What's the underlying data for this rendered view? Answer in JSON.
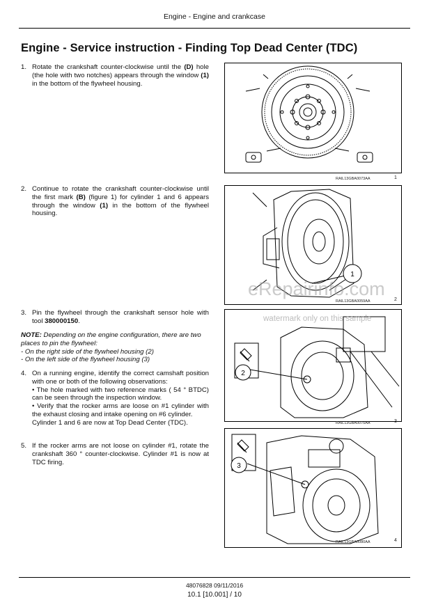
{
  "header": {
    "title": "Engine - Engine and crankcase"
  },
  "section_title": "Engine - Service instruction - Finding Top Dead Center (TDC)",
  "steps": [
    {
      "num": "1.",
      "parts": [
        "Rotate the crankshaft counter-clockwise until the ",
        "(D)",
        " hole (the hole with two notches) appears through the window ",
        "(1)",
        " in the bottom of the flywheel housing."
      ]
    },
    {
      "num": "2.",
      "parts": [
        "Continue to rotate the crankshaft counter-clockwise until the first mark ",
        "(B)",
        " (figure 1) for cylinder 1 and 6 appears through the window ",
        "(1)",
        " in the bottom of the flywheel housing."
      ]
    },
    {
      "num": "3.",
      "parts": [
        "Pin the flywheel through the crankshaft sensor hole with tool ",
        "380000150",
        "."
      ]
    },
    {
      "num": "4.",
      "lines": [
        "On a running engine, identify the correct camshaft position with one or both of the following observations:",
        "• The hole marked with two reference marks ( 54 ° BTDC) can be seen through the inspection window.",
        "• Verify that the rocker arms are loose on #1 cylinder with the exhaust closing and intake opening on #6 cylinder.",
        "Cylinder 1 and 6 are now at Top Dead Center (TDC)."
      ]
    },
    {
      "num": "5.",
      "parts": [
        "If the rocker arms are not loose on cylinder #1, rotate the crankshaft 360 ° counter-clockwise. Cylinder #1 is now at TDC firing."
      ]
    }
  ],
  "note": {
    "label": "NOTE:",
    "text": " Depending on the engine configuration, there are two places to pin the flywheel:",
    "items": [
      "- On the right side of the flywheel housing (2)",
      "- On the left side of the flywheel housing (3)"
    ]
  },
  "figures": [
    {
      "code": "RAIL13GBA0073AA",
      "number": "1",
      "callout": ""
    },
    {
      "code": "RAIL13GBA0059AA",
      "number": "2",
      "callout": "1"
    },
    {
      "code": "RAIL13GBA0075AA",
      "number": "3",
      "callout": "2"
    },
    {
      "code": "RAIL13GBA0080AA",
      "number": "4",
      "callout": "3"
    }
  ],
  "watermark": {
    "main": "eRepairinfo.com",
    "sub": "watermark only on this sample"
  },
  "footer": {
    "doc": "48076828 09/11/2016",
    "page": "10.1 [10.001] / 10"
  }
}
